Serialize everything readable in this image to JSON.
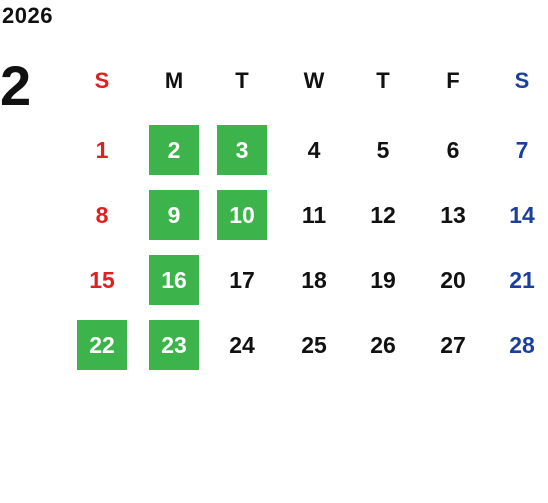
{
  "year": "2026",
  "month": "2",
  "colors": {
    "sunday": "#e02020",
    "saturday": "#1a3f9c",
    "weekday": "#111111",
    "highlight_bg": "#3cb44b",
    "highlight_text": "#ffffff"
  },
  "weekdays": [
    "S",
    "M",
    "T",
    "W",
    "T",
    "F",
    "S"
  ],
  "weeks": [
    [
      "1",
      "2",
      "3",
      "4",
      "5",
      "6",
      "7"
    ],
    [
      "8",
      "9",
      "10",
      "11",
      "12",
      "13",
      "14"
    ],
    [
      "15",
      "16",
      "17",
      "18",
      "19",
      "20",
      "21"
    ],
    [
      "22",
      "23",
      "24",
      "25",
      "26",
      "27",
      "28"
    ]
  ],
  "highlighted_days": [
    "2",
    "3",
    "9",
    "10",
    "16",
    "22",
    "23"
  ]
}
